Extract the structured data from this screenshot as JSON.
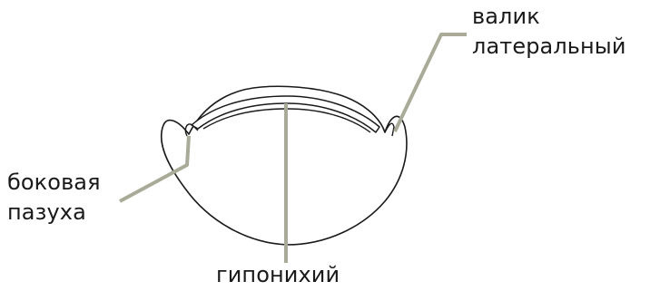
{
  "labels": {
    "lateral_fold": {
      "line1": "валик",
      "line2": "латеральный"
    },
    "lateral_sinus": {
      "line1": "боковая",
      "line2": "пазуха"
    },
    "hyponychium": {
      "line1": "гипонихий"
    }
  },
  "colors": {
    "outline": "#1a1a1a",
    "leader_line": "#a9ab98",
    "text": "#1a1a1a",
    "background": "#ffffff"
  }
}
